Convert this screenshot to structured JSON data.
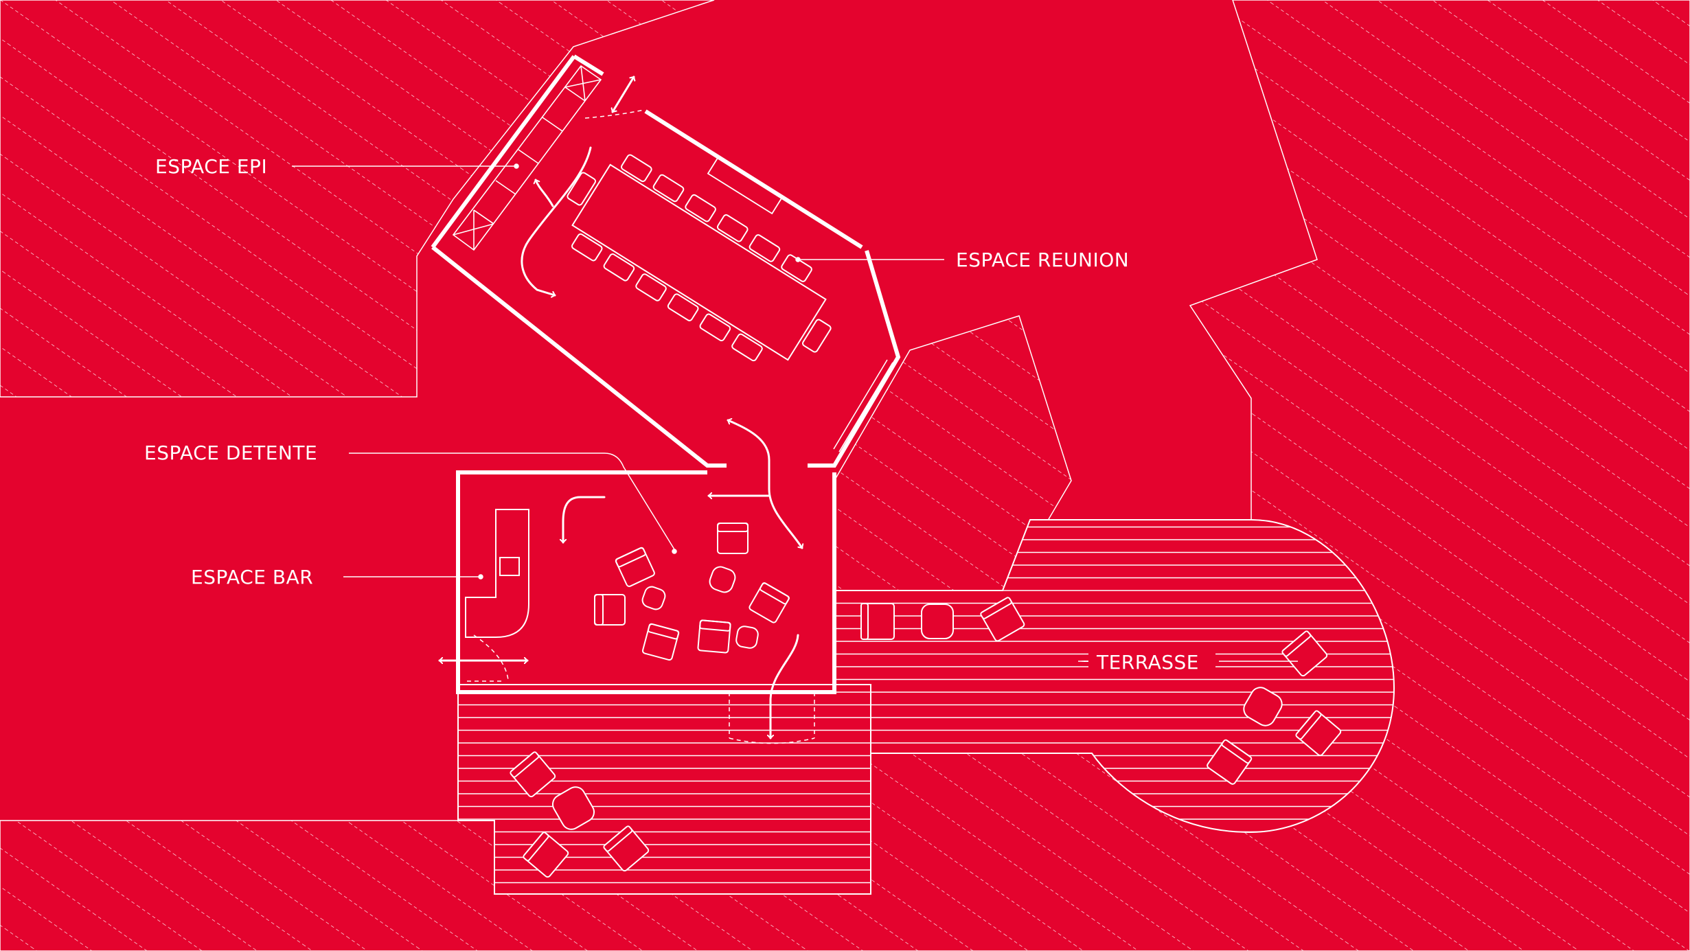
{
  "colors": {
    "background": "#e4032e",
    "line": "#ffffff"
  },
  "labels": {
    "espace_epi": "ESPACE EPI",
    "espace_reunion": "ESPACE REUNION",
    "espace_detente": "ESPACE DETENTE",
    "espace_bar": "ESPACE BAR",
    "terrasse": "TERRASSE"
  },
  "icons": [
    "double-arrow-icon",
    "circulation-arrow-icon",
    "armchair-icon",
    "side-table-icon",
    "meeting-table-icon"
  ]
}
